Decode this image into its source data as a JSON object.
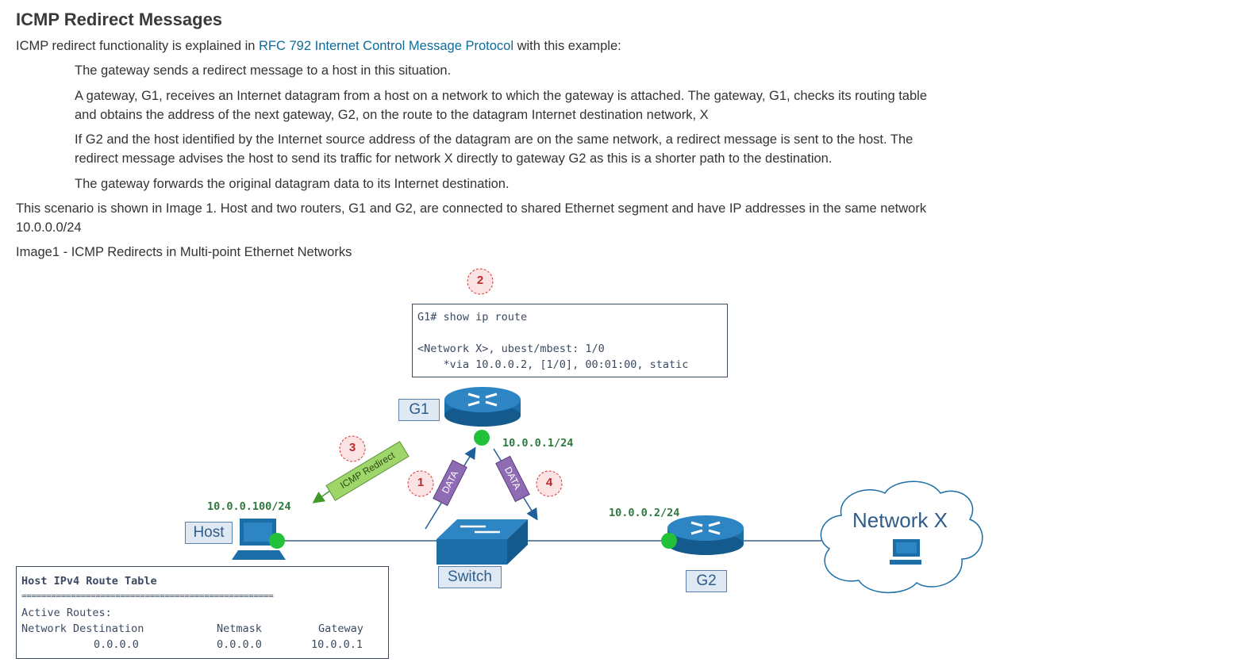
{
  "heading": "ICMP Redirect Messages",
  "intro": {
    "before_link": "ICMP redirect functionality is explained in ",
    "link_text": "RFC 792 Internet Control Message Protocol",
    "after_link": " with this example:"
  },
  "quote": [
    "The gateway sends a redirect message to a host in this situation.",
    "A gateway, G1, receives an Internet datagram from a host on a network to which the gateway is attached. The gateway, G1, checks its routing table",
    "and obtains the address of the next gateway, G2, on the route to the datagram Internet destination network, X",
    "If G2 and the host identified by the Internet source address of the datagram are on the same network, a redirect message is sent to the host. The",
    "redirect message advises the host to send its traffic for network X directly to gateway G2 as this is a shorter path to the destination.",
    "The gateway forwards the original datagram data to its Internet destination."
  ],
  "scenario": [
    "This scenario is shown in Image 1. Host and two routers, G1 and G2, are connected to shared Ethernet segment and have IP addresses in the same network",
    "10.0.0.0/24"
  ],
  "caption": "Image1 - ICMP Redirects in Multi-point Ethernet Networks",
  "diagram": {
    "g1_route": {
      "line1": "G1# show ip route",
      "line2": "<Network X>, ubest/mbest: 1/0",
      "line3": "    *via 10.0.0.2, [1/0], 00:01:00, static"
    },
    "labels": {
      "g1": "G1",
      "g2": "G2",
      "host": "Host",
      "switch": "Switch",
      "network_x": "Network X"
    },
    "ips": {
      "g1": "10.0.0.1/24",
      "g2": "10.0.0.2/24",
      "host": "10.0.0.100/24"
    },
    "steps": [
      "1",
      "2",
      "3",
      "4"
    ],
    "data_label": "DATA",
    "redirect_label": "ICMP Redirect",
    "host_route": {
      "title": "Host IPv4 Route Table",
      "separator": "===================================================",
      "active": "Active Routes:",
      "col_dest": "Network Destination",
      "col_mask": "Netmask",
      "col_gw": "Gateway",
      "val_dest": "0.0.0.0",
      "val_mask": "0.0.0.0",
      "val_gw": "10.0.0.1"
    },
    "colors": {
      "label_fill": "#dfe9f4",
      "router_blue": "#1b6ea8",
      "port_green": "#22c13a",
      "step_red": "#d93a3a",
      "data_purple": "#8e6bb3",
      "redirect_green": "#9ed66a",
      "ip_green": "#2c7a3d"
    }
  }
}
